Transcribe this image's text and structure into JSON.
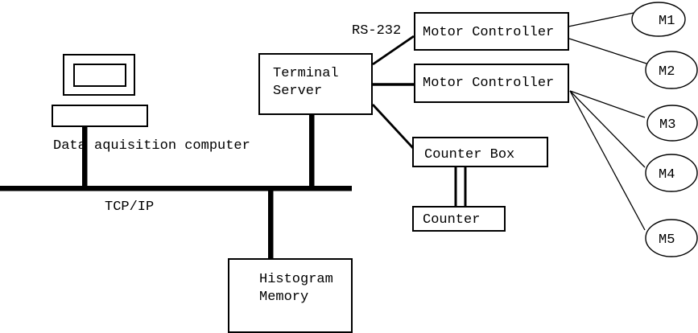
{
  "diagram": {
    "computer_label": "Data aquisition computer",
    "bus_label": "TCP/IP",
    "serial_label": "RS-232",
    "terminal_server_lines": [
      "Terminal",
      "Server"
    ],
    "motor_controller_1_label": "Motor Controller",
    "motor_controller_2_label": "Motor Controller",
    "counter_box_label": "Counter Box",
    "counter_label": "Counter",
    "histogram_memory_lines": [
      "Histogram",
      "Memory"
    ],
    "motors": [
      "M1",
      "M2",
      "M3",
      "M4",
      "M5"
    ]
  },
  "colors": {
    "ink": "#000000",
    "background": "#ffffff"
  }
}
